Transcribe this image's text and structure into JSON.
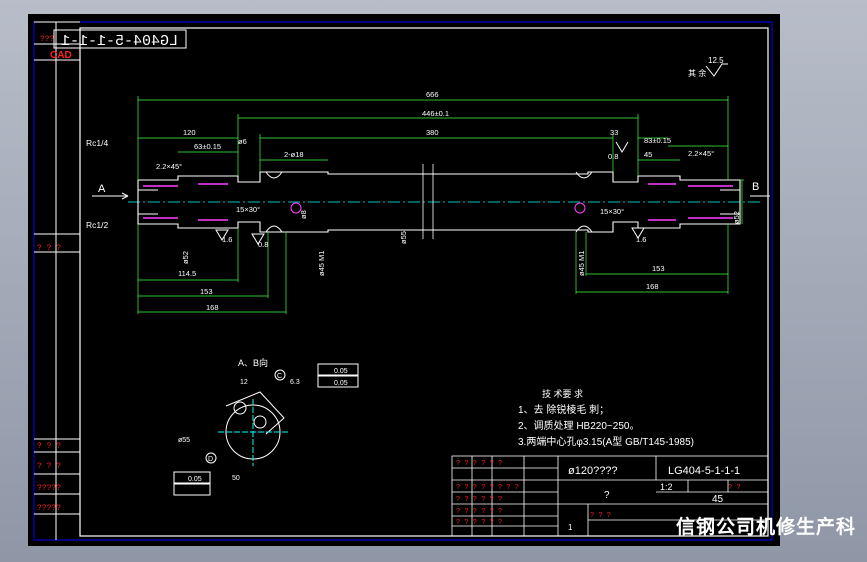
{
  "drawing_title": "LG404-5-1-1-1",
  "cad_label": "CAD",
  "roughness_other": {
    "label": "其 余",
    "value": "12.5"
  },
  "dimensions": {
    "overall": "666",
    "d446": "446±0.1",
    "d380": "380",
    "d120": "120",
    "d63": "63±0.15",
    "d83": "83±0.15",
    "d45": "45",
    "d33": "33",
    "d2x18": "2-ø18",
    "chamfer": "2.2×45°",
    "rc14": "Rc1/4",
    "rc12": "Rc1/2",
    "d114": "114.5",
    "d153": "153",
    "d168": "168",
    "dia55": "ø55",
    "dia52": "ø52",
    "dia8": "ø8",
    "phi6": "ø6",
    "dim15x30": "15×30°",
    "r08": "0.8",
    "r16": "1.6",
    "m1": "ø45 M1",
    "arrowA": "A",
    "arrowB": "B"
  },
  "view_ab": {
    "title": "A、B向",
    "d12": "12",
    "d50": "50",
    "d55": "ø55",
    "d50b": "50",
    "tol1": "0.05",
    "tol2": "0.05",
    "tol3": "0.05",
    "r63": "6.3",
    "c": "C",
    "d": "D"
  },
  "tech_req": {
    "heading": "技 术要 求",
    "line1": "1、去 除锐棱毛 刺；",
    "line2": "2、调质处理 HB220~250。",
    "line3": "3.两端中心孔φ3.15(A型 GB/T145-1985)"
  },
  "title_block": {
    "material_dia": "ø120????",
    "drawing_no": "LG404-5-1-1-1",
    "scale": "1:2",
    "q": "?",
    "qty": "1",
    "material": "45",
    "sheet": "1"
  },
  "watermark": "信钢公司机修生产科",
  "colors": {
    "red": "#ff2020",
    "white": "#ffffff",
    "yellow": "#ffff30",
    "cyan": "#00ffff",
    "magenta": "#ff40ff",
    "green": "#40ff40"
  }
}
